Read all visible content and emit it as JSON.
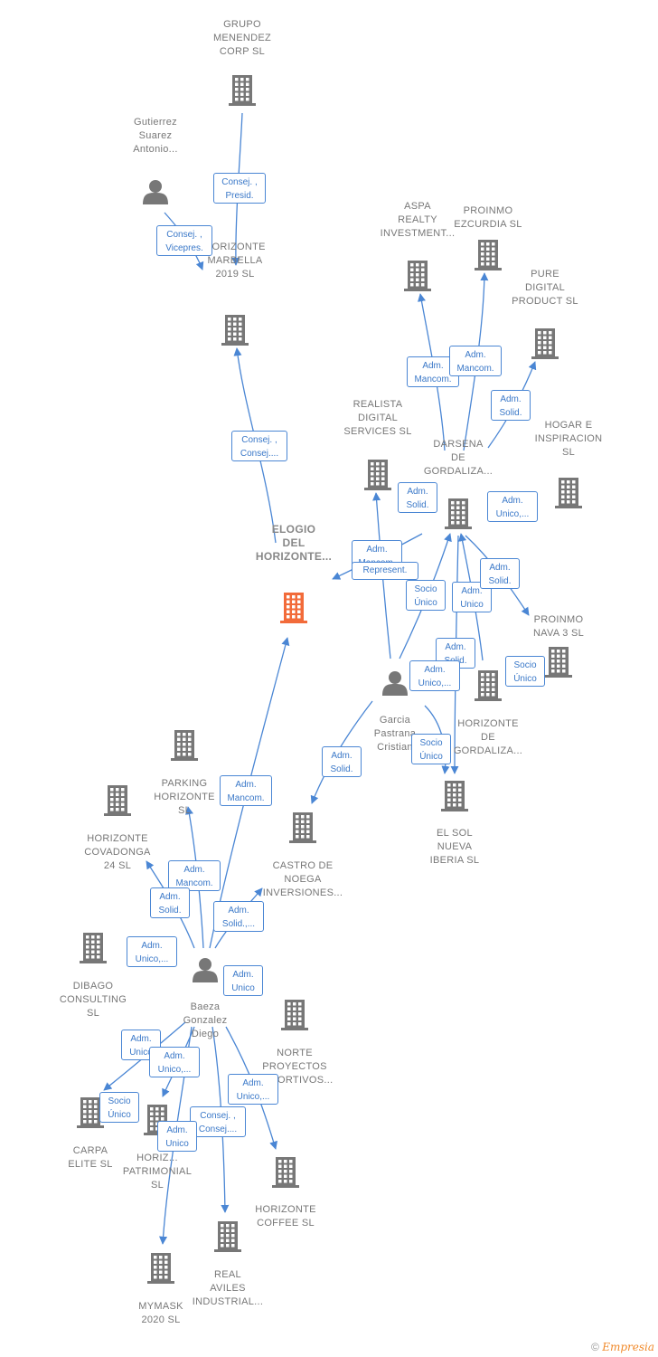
{
  "colors": {
    "edge": "#4a86d4",
    "building": "#777777",
    "focus": "#f26b3a",
    "person": "#777777"
  },
  "nodes": [
    {
      "id": "grupo",
      "type": "company",
      "label": "GRUPO\nMENENDEZ\nCORP  SL"
    },
    {
      "id": "gutierrez",
      "type": "person",
      "label": "Gutierrez\nSuarez\nAntonio..."
    },
    {
      "id": "horizonte_marbella",
      "type": "company",
      "label": "HORIZONTE\nMARBELLA\n2019  SL"
    },
    {
      "id": "elogio",
      "type": "focus",
      "label": "ELOGIO\nDEL\nHORIZONTE..."
    },
    {
      "id": "aspa",
      "type": "company",
      "label": "ASPA\nREALTY\nINVESTMENT..."
    },
    {
      "id": "proinmo_ezcurdia",
      "type": "company",
      "label": "PROINMO\nEZCURDIA  SL"
    },
    {
      "id": "pure_digital",
      "type": "company",
      "label": "PURE\nDIGITAL\nPRODUCT  SL"
    },
    {
      "id": "realista",
      "type": "company",
      "label": "REALISTA\nDIGITAL\nSERVICES  SL"
    },
    {
      "id": "darsena",
      "type": "company",
      "label": "DARSENA\nDE\nGORDALIZA..."
    },
    {
      "id": "hogar",
      "type": "company",
      "label": "HOGAR E\nINSPIRACION\nSL"
    },
    {
      "id": "proinmo_nava",
      "type": "company",
      "label": "PROINMO\nNAVA 3  SL"
    },
    {
      "id": "garcia",
      "type": "person",
      "label": "Garcia\nPastrana\nCristian"
    },
    {
      "id": "horizonte_gordaliza",
      "type": "company",
      "label": "HORIZONTE\nDE\nGORDALIZA..."
    },
    {
      "id": "el_sol",
      "type": "company",
      "label": "EL SOL\nNUEVA\nIBERIA  SL"
    },
    {
      "id": "parking",
      "type": "company",
      "label": "PARKING\nHORIZONTE\nSL"
    },
    {
      "id": "covadonga",
      "type": "company",
      "label": "HORIZONTE\nCOVADONGA\n24  SL"
    },
    {
      "id": "castro",
      "type": "company",
      "label": "CASTRO DE\nNOEGA\nINVERSIONES..."
    },
    {
      "id": "dibago",
      "type": "company",
      "label": "DIBAGO\nCONSULTING\nSL"
    },
    {
      "id": "baeza",
      "type": "person",
      "label": "Baeza\nGonzalez\nDiego"
    },
    {
      "id": "norte",
      "type": "company",
      "label": "NORTE\nPROYECTOS\nDEPORTIVOS..."
    },
    {
      "id": "carpa",
      "type": "company",
      "label": "CARPA\nELITE  SL"
    },
    {
      "id": "horiz_patrimonial",
      "type": "company",
      "label": "HORIZ...\nPATRIMONIAL\nSL"
    },
    {
      "id": "coffee",
      "type": "company",
      "label": "HORIZONTE\nCOFFEE  SL"
    },
    {
      "id": "real_aviles",
      "type": "company",
      "label": "REAL\nAVILES\nINDUSTRIAL..."
    },
    {
      "id": "mymask",
      "type": "company",
      "label": "MYMASK\n2020  SL"
    }
  ],
  "edge_labels": [
    "Consej. ,\nPresid.",
    "Consej. ,\nVicepres.",
    "Consej. ,\nConsej....",
    "Adm.\nMancom.",
    "Adm.\nMancom.",
    "Adm.\nSolid.",
    "Adm.\nSolid.",
    "Adm.\nUnico,...",
    "Adm.\nMancom.",
    "Represent.",
    "Socio\nÚnico",
    "Adm.\nUnico",
    "Adm.\nSolid.",
    "Socio\nÚnico",
    "Adm.\nSolid.",
    "Adm.\nUnico,...",
    "Socio\nÚnico",
    "Adm.\nSolid.",
    "Adm.\nMancom.",
    "Adm.\nMancom.",
    "Adm.\nSolid.",
    "Adm.\nSolid.,...",
    "Adm.\nUnico,...",
    "Adm.\nUnico",
    "Adm.\nUnico",
    "Adm.\nUnico,...",
    "Socio\nÚnico",
    "Adm.\nUnico,...",
    "Consej. ,\nConsej....",
    "Adm.\nUnico"
  ],
  "footer": {
    "copyright": "©",
    "brand": "Empresia"
  }
}
